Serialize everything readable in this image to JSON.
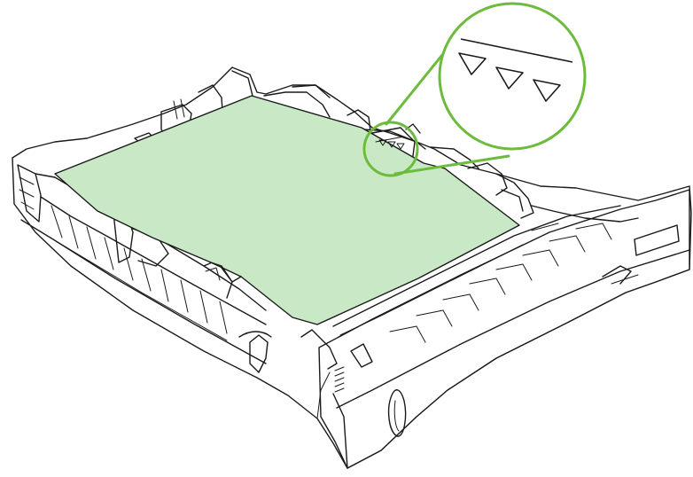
{
  "colors": {
    "paper": "#c9e9c6",
    "callout": "#6cbb3c",
    "outline": "#1a1a1a",
    "tray": "#ffffff"
  },
  "icons": {
    "paper_stack": "paper-stack",
    "max_fill_marks": "triangle-marks",
    "magnifier": "callout-circle"
  }
}
